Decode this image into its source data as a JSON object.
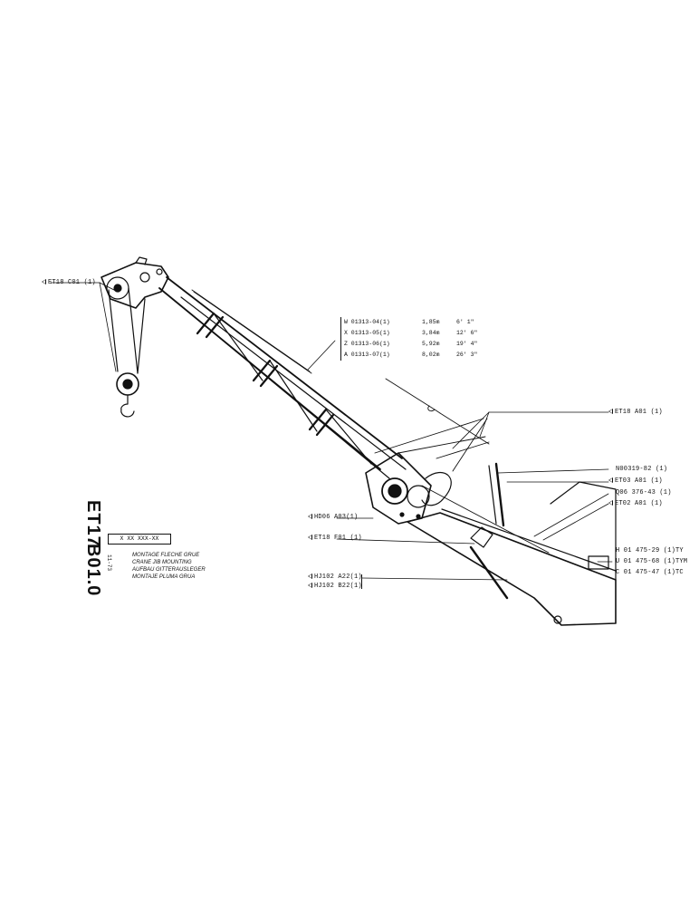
{
  "callouts": {
    "et18_c01": "ET18 C01 (1)",
    "et18_a01": "ET18 A01 (1)",
    "n00319": "N00319-82 (1)",
    "et03_a01": "ET03 A01 (1)",
    "q06376": "Q06 376-43 (1)",
    "et02_a01": "ET02 A01 (1)",
    "hd06_a03": "HD06 A03(1)",
    "et18_f01": "ET18 F01 (1)",
    "hj102_a22": "HJ102 A22(1)",
    "hj102_b22": "HJ102 B22(1)",
    "h01475": "H 01 475-29 (1)TY",
    "u01475": "U 01 475-68 (1)TYM",
    "c01475": "C 01 475-47 (1)TC"
  },
  "jib_lengths": [
    {
      "code": "W 01313-04(1)",
      "metric": "1,85m",
      "imperial": "6' 1\""
    },
    {
      "code": "X 01313-05(1)",
      "metric": "3,84m",
      "imperial": "12' 6\""
    },
    {
      "code": "Z 01313-06(1)",
      "metric": "5,92m",
      "imperial": "19' 4\""
    },
    {
      "code": "A 01313-07(1)",
      "metric": "8,02m",
      "imperial": "26' 3\""
    }
  ],
  "title_block": {
    "code_line1": "ET17",
    "code_line2": "B01.0",
    "date": "11-73",
    "part_number": "X XX XXX-XX",
    "title_fr": "MONTAGE FLECHE GRUE",
    "title_en": "CRANE JIB MOUNTING",
    "title_de": "AUFBAU GITTERAUSLEGER",
    "title_es": "MONTAJE PLUMA GRUA"
  }
}
